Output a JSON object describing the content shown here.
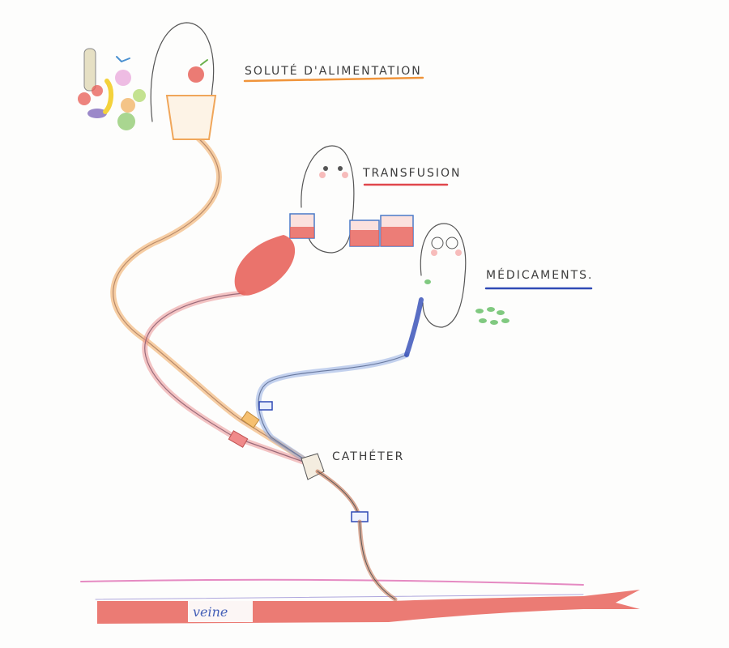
{
  "labels": {
    "nutrition": "SOLUTÉ D'ALIMENTATION",
    "transfusion": "TRANSFUSION",
    "medicaments": "MÉDICAMENTS.",
    "catheter": "CATHÉTER",
    "vein": "veine"
  },
  "colors": {
    "nutrition_line": "#f0943a",
    "transfusion_line": "#e0474c",
    "medicaments_line": "#2f4ab5",
    "blood": "#e8645c",
    "vein_pink": "#e58ac2",
    "pencil": "#4a4a4a"
  }
}
